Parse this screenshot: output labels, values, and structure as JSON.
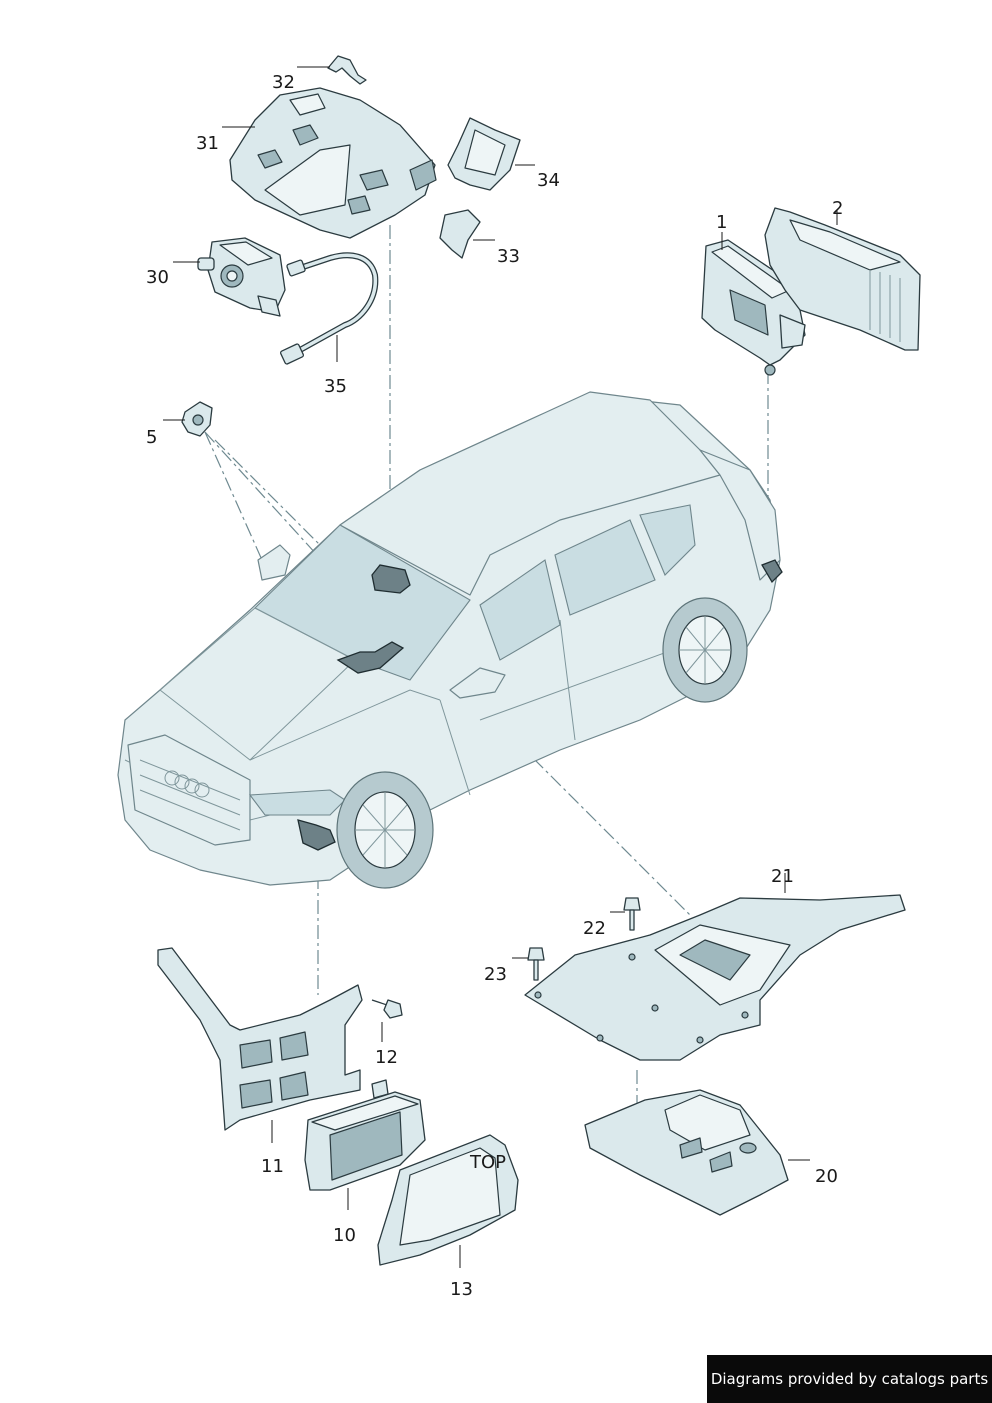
{
  "callouts": {
    "p1": "1",
    "p2": "2",
    "p5": "5",
    "p10": "10",
    "p11": "11",
    "p12": "12",
    "p13": "13",
    "p20": "20",
    "p21": "21",
    "p22": "22",
    "p23": "23",
    "p30": "30",
    "p31": "31",
    "p32": "32",
    "p33": "33",
    "p34": "34",
    "p35": "35"
  },
  "part_labels": {
    "top_marking": "TOP"
  },
  "credit": {
    "text": "Diagrams provided by catalogs parts"
  },
  "colors": {
    "part_fill": "#dbe9ec",
    "outline": "#2b3b40",
    "highlight": "#6d8187",
    "credit_bg": "#0a0a0a"
  }
}
